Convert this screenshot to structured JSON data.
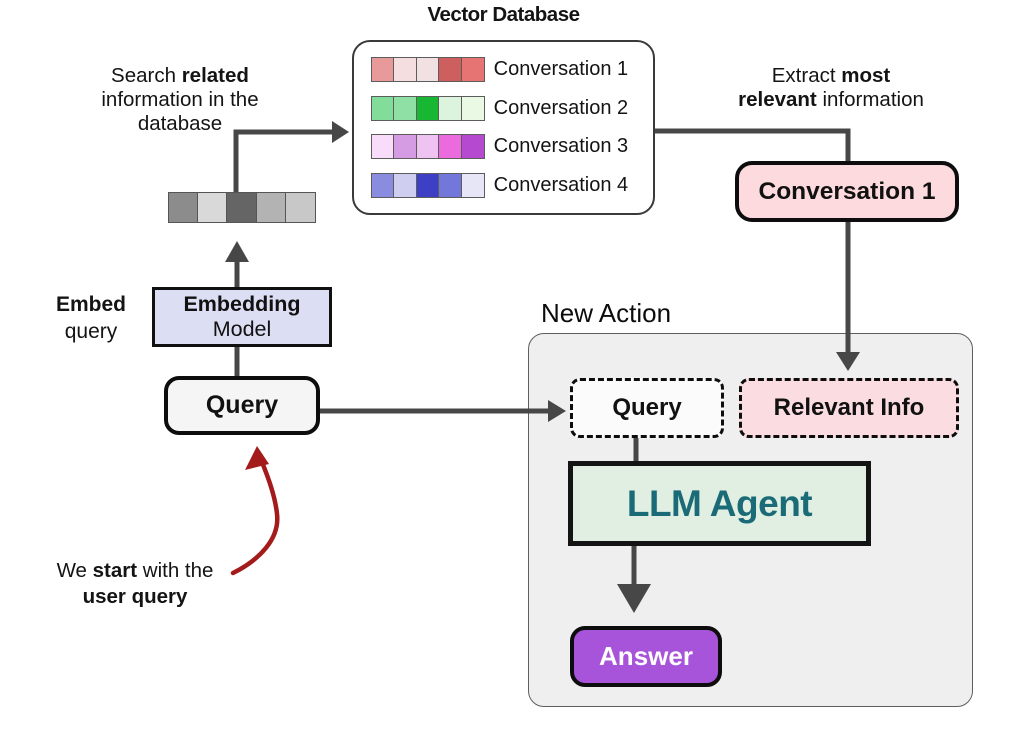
{
  "colors": {
    "connector": "#474747",
    "red_arrow": "#a31b1b",
    "panel_bg": "#efefef",
    "db_border": "#3a3a3a",
    "embedding_fill": "#dcdef3",
    "query_fill": "#f5f5f5",
    "conversation1_fill": "#fcdade",
    "relevant_info_fill": "#fbdce0",
    "dashed_query_fill": "#fbfbfb",
    "llm_fill": "#e0efe1",
    "llm_text": "#1a6b77",
    "answer_fill": "#a854da",
    "answer_text": "#ffffff"
  },
  "vector_database": {
    "title": "Vector Database",
    "rows": [
      {
        "label": "Conversation 1",
        "colors": [
          "#e89a9b",
          "#f4dedf",
          "#f2e1e2",
          "#cd5f5f",
          "#e57473"
        ]
      },
      {
        "label": "Conversation 2",
        "colors": [
          "#82dd9b",
          "#8ee0a4",
          "#17b734",
          "#dcf3de",
          "#e9f9e4"
        ]
      },
      {
        "label": "Conversation 3",
        "colors": [
          "#f8dcfa",
          "#d59ce4",
          "#eec3f1",
          "#eb6ade",
          "#b54ad0"
        ]
      },
      {
        "label": "Conversation 4",
        "colors": [
          "#8a8ce0",
          "#cfcdf0",
          "#3d3fc4",
          "#7377d9",
          "#e6e6f7"
        ]
      }
    ]
  },
  "query_vector": {
    "colors": [
      "#8c8c8c",
      "#d9d9d9",
      "#656565",
      "#b3b3b3",
      "#c8c8c8"
    ]
  },
  "annotations": {
    "search": {
      "line1_pre": "Search ",
      "line1_bold": "related",
      "line2": "information in the",
      "line3": "database"
    },
    "embed": {
      "bold": "Embed",
      "rest": "query"
    },
    "extract": {
      "line1_pre": "Extract ",
      "line1_bold": "most",
      "line2_bold": "relevant",
      "line2_post": " information"
    },
    "start": {
      "line1_pre": "We ",
      "line1_bold": "start",
      "line1_post": " with the",
      "line2_bold": "user query"
    }
  },
  "nodes": {
    "embedding_model": {
      "line1": "Embedding",
      "line2": "Model"
    },
    "query": {
      "label": "Query"
    },
    "conversation1": {
      "label": "Conversation 1"
    },
    "new_action": {
      "label": "New Action"
    },
    "action_query": {
      "label": "Query"
    },
    "relevant_info": {
      "label": "Relevant Info"
    },
    "llm_agent": {
      "label": "LLM Agent"
    },
    "answer": {
      "label": "Answer"
    }
  }
}
